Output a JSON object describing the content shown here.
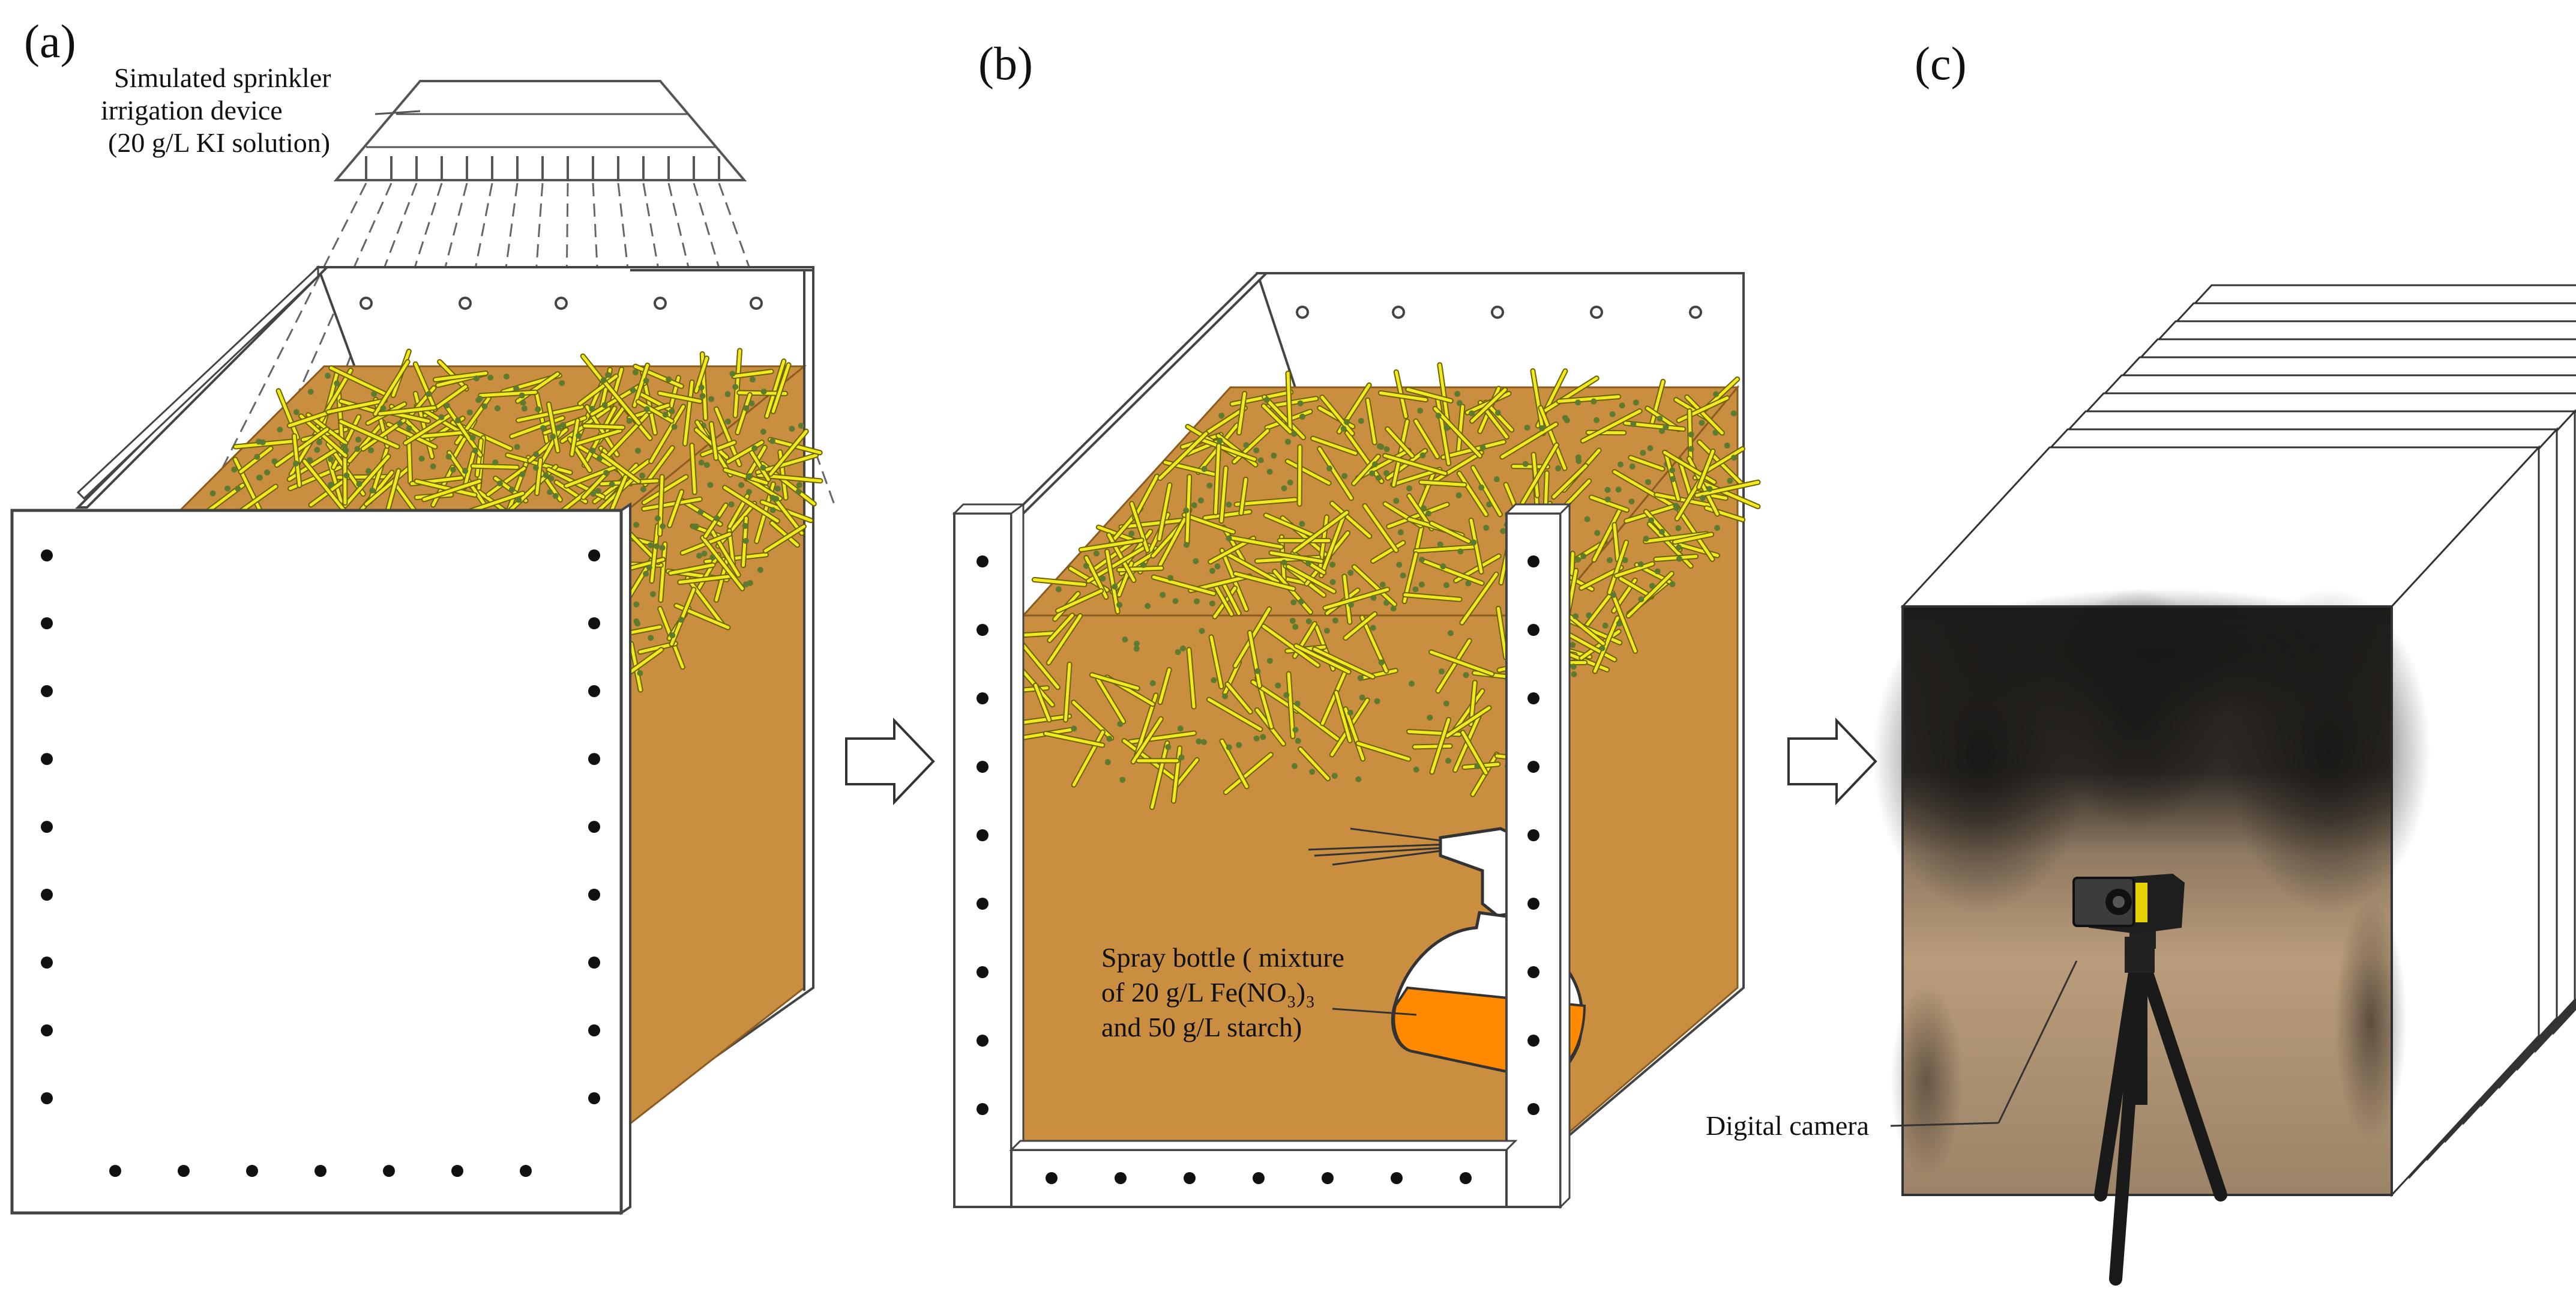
{
  "panels": [
    {
      "id": "a",
      "label": "(a)"
    },
    {
      "id": "b",
      "label": "(b)"
    },
    {
      "id": "c",
      "label": "(c)"
    }
  ],
  "annotations": {
    "sprinkler": [
      "Simulated sprinkler",
      "irrigation device",
      "(20 g/L KI solution)"
    ],
    "spray_bottle": [
      "Spray bottle ( mixture",
      "of 20 g/L Fe(NO₃)₃",
      "and 50 g/L starch)"
    ],
    "camera": "Digital camera"
  },
  "colors": {
    "soil": "#C98E3F",
    "soil_dark": "#B37A30",
    "fiber": "#F2EA1E",
    "fiber_outline": "#6B6300",
    "dots": "#5E7A2E",
    "liquid": "#FF8A00",
    "outline": "#4A4A4A",
    "photo_dark": "#2A2622",
    "photo_light": "#B79A78"
  },
  "icons": {
    "arrow": "hollow-right-arrow-icon",
    "sprinkler": "sprinkler-head-icon",
    "spray_bottle": "spray-bottle-icon",
    "camera": "camera-icon",
    "tripod": "tripod-icon"
  }
}
